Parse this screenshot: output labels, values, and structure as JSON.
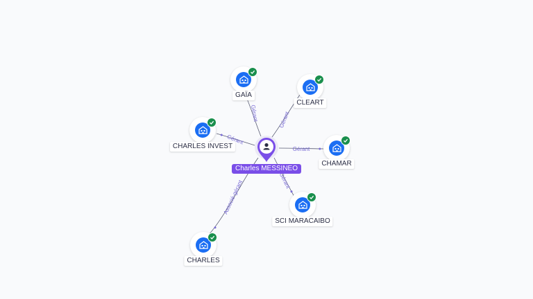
{
  "center": {
    "name": "Charles MESSINEO",
    "icon": "person-icon"
  },
  "companies": [
    {
      "name": "GAÏA",
      "relation": "Gérant",
      "icon": "building-icon",
      "status": "check-icon"
    },
    {
      "name": "CLEART",
      "relation": "Gérant",
      "icon": "building-icon",
      "status": "check-icon"
    },
    {
      "name": "CHARLES INVEST",
      "relation": "Gérant",
      "icon": "building-icon",
      "status": "check-icon"
    },
    {
      "name": "CHAMAR",
      "relation": "Gérant",
      "icon": "building-icon",
      "status": "check-icon"
    },
    {
      "name": "SCI MARACAIBO",
      "relation": "Gérant",
      "icon": "building-icon",
      "status": "check-icon"
    },
    {
      "name": "CHARLES",
      "relation": "Associé-gérant",
      "icon": "building-icon",
      "status": "check-icon"
    }
  ],
  "colors": {
    "node": "#1b6ef3",
    "status": "#1a8f4d",
    "center": "#7a4ee8",
    "edge": "#5a5d75",
    "edge_label": "#7a6cd6"
  }
}
